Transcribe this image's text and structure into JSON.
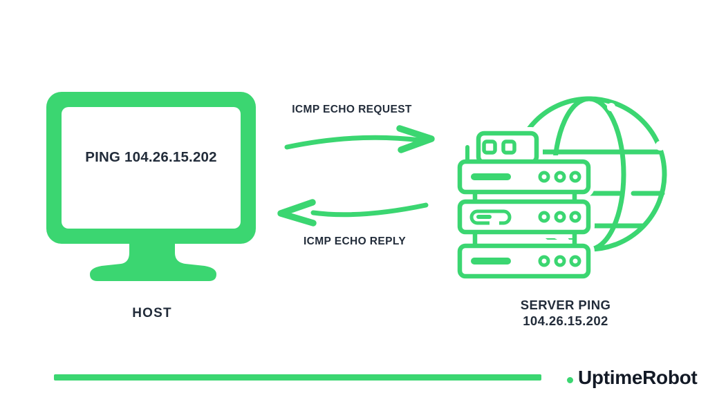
{
  "colors": {
    "accent_green": "#3bd671",
    "text_navy": "#222c3a",
    "logo_navy": "#131a26",
    "background": "#ffffff"
  },
  "host": {
    "screen_text": "PING 104.26.15.202",
    "caption": "HOST"
  },
  "flow": {
    "request_label": "ICMP ECHO REQUEST",
    "reply_label": "ICMP ECHO REPLY"
  },
  "server": {
    "caption_line1": "SERVER PING",
    "caption_line2": "104.26.15.202"
  },
  "footer": {
    "brand_name": "UptimeRobot"
  },
  "icons": {
    "host": "monitor-icon",
    "server": "server-globe-icon",
    "request": "arrow-right-icon",
    "reply": "arrow-left-icon",
    "brand": "brand-dot-icon"
  }
}
